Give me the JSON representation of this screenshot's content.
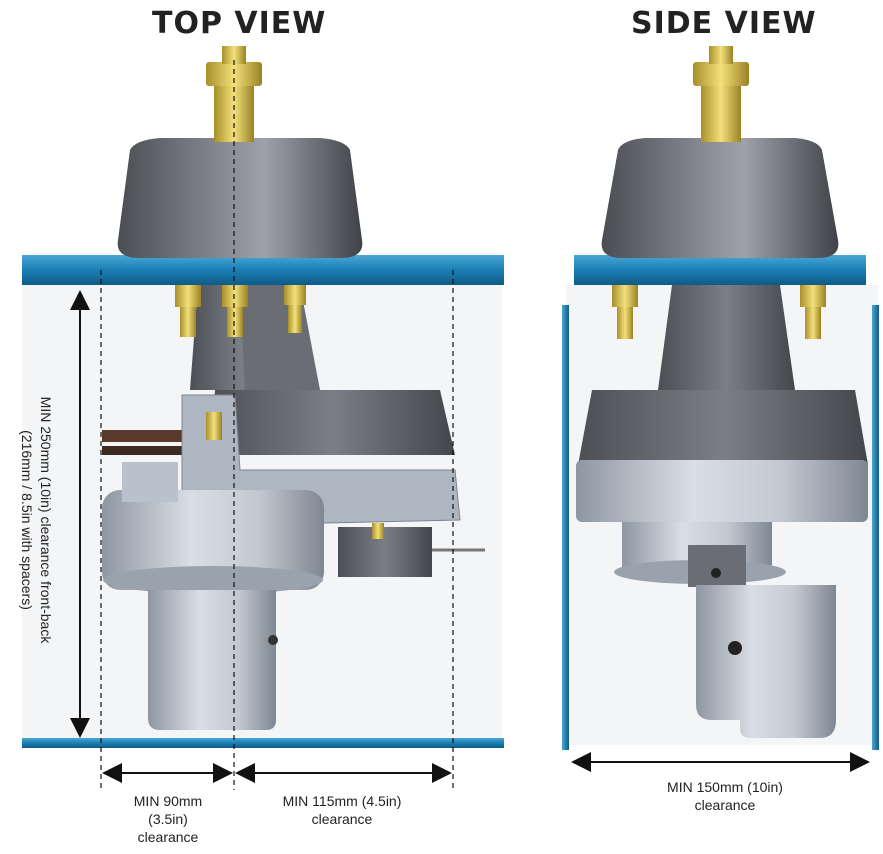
{
  "titles": {
    "top_view": "TOP VIEW",
    "side_view": "SIDE VIEW"
  },
  "dimensions": {
    "front_back": {
      "line1": "MIN 250mm (10in) clearance front-back",
      "line2": "(216mm / 8.5in with spacers)"
    },
    "left": {
      "line1": "MIN 90mm",
      "line2": "(3.5in)",
      "line3": "clearance"
    },
    "right": {
      "line1": "MIN 115mm  (4.5in)",
      "line2": "clearance"
    },
    "side": {
      "line1": "MIN 150mm (10in)",
      "line2": "clearance"
    }
  },
  "colors": {
    "bulkhead_blue": "#1a7fb5",
    "bolt_brass": "#d8c04c",
    "housing_dark": "#5e6166",
    "housing_light": "#b9c1cc",
    "dimension_line": "#111111"
  }
}
